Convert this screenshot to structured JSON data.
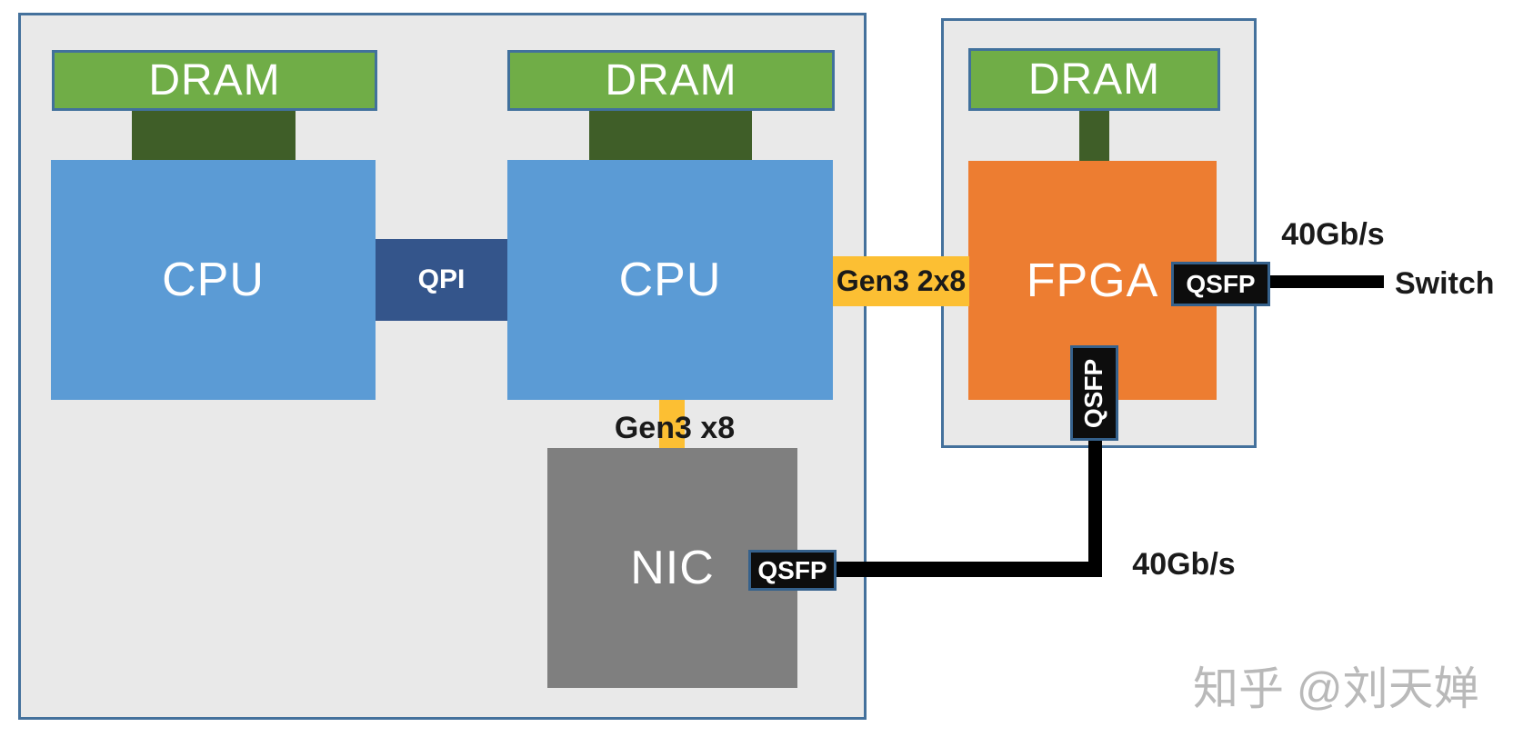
{
  "diagram": {
    "server_node": {
      "dram_left_label": "DRAM",
      "dram_right_label": "DRAM",
      "cpu_left_label": "CPU",
      "cpu_right_label": "CPU",
      "qpi_link_label": "QPI",
      "nic_label": "NIC",
      "nic_qsfp_label": "QSFP",
      "nic_pcie_link_label": "Gen3 x8"
    },
    "fpga_node": {
      "dram_label": "DRAM",
      "fpga_label": "FPGA",
      "qsfp_to_switch_label": "QSFP",
      "qsfp_to_nic_label": "QSFP"
    },
    "links": {
      "fpga_pcie_link_label": "Gen3 2x8",
      "switch_bandwidth_label": "40Gb/s",
      "switch_label": "Switch",
      "nic_fpga_bandwidth_label": "40Gb/s"
    },
    "watermark_text": "知乎 @刘天婵"
  },
  "colors": {
    "cpu_blue": "#5b9bd5",
    "qpi_navy": "#34558b",
    "dram_green": "#70ad47",
    "memory_connector_dark_green": "#3f5e28",
    "fpga_orange": "#ed7d31",
    "pcie_yellow": "#fcbf33",
    "nic_gray": "#7f7f7f",
    "board_fill_gray": "#e9e9e9",
    "board_border_blue": "#44719c",
    "qsfp_fill_black": "#0d0d0d",
    "qsfp_border_blue": "#35618c",
    "cable_black": "#000000",
    "caption_black": "#1a1a1a",
    "watermark_gray": "#b9b9b9"
  }
}
